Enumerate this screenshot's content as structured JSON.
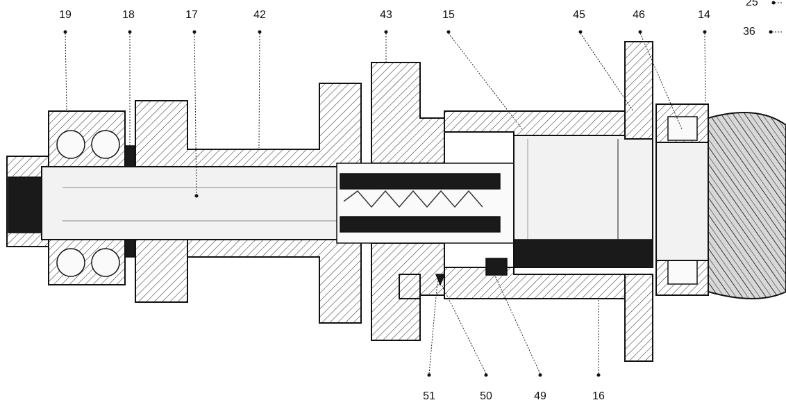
{
  "callouts": {
    "c19": "19",
    "c18": "18",
    "c17": "17",
    "c42": "42",
    "c43": "43",
    "c15": "15",
    "c45": "45",
    "c46": "46",
    "c14": "14",
    "c25": "25",
    "c36": "36",
    "c51": "51",
    "c50": "50",
    "c49": "49",
    "c16": "16"
  },
  "colors": {
    "ink": "#111111",
    "paper": "#ffffff"
  }
}
